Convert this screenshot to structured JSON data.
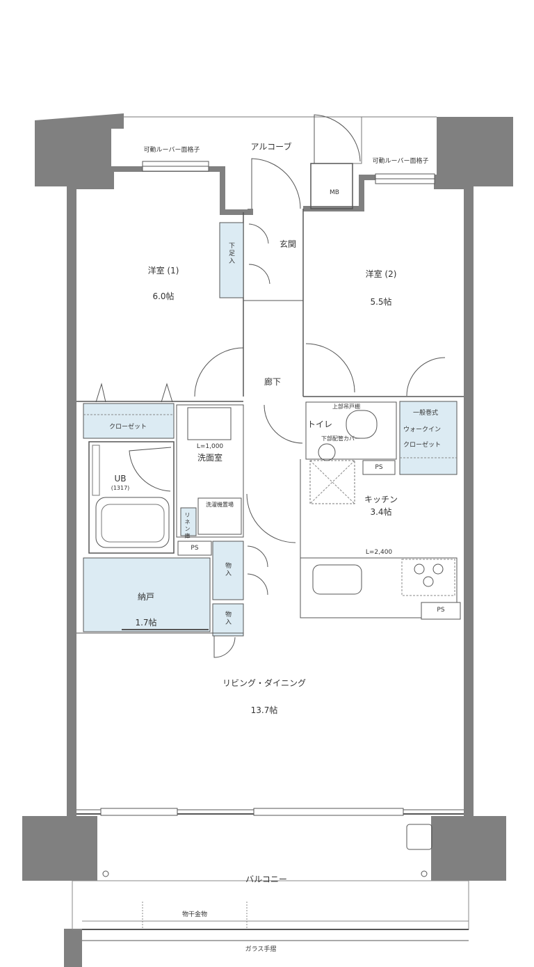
{
  "rooms": {
    "western1": {
      "name": "洋室 (1)",
      "size": "6.0帖"
    },
    "western2": {
      "name": "洋室 (2)",
      "size": "5.5帖"
    },
    "living": {
      "name": "リビング・ダイニング",
      "size": "13.7帖"
    },
    "kitchen": {
      "name": "キッチン",
      "size": "3.4帖"
    },
    "storage": {
      "name": "納戸",
      "size": "1.7帖"
    },
    "entrance": "玄関",
    "hallway": "廊下",
    "toilet": "トイレ",
    "washroom": "洗面室",
    "ub": {
      "name": "UB",
      "code": "(1317)"
    },
    "alcove": "アルコーブ",
    "balcony": "バルコニー"
  },
  "labels": {
    "louver_left": "可動ルーバー面格子",
    "louver_right": "可動ルーバー面格子",
    "mb": "MB",
    "shoe_cabinet": "下足入",
    "closet": "クローゼット",
    "walkin_top": "一般巻式",
    "walkin": "ウォークイン",
    "walkin2": "クローゼット",
    "vanity": "L=1,000",
    "washer": "洗濯機置場",
    "linen": "リネン庫",
    "toilet_top": "上部吊戸棚",
    "toilet_bottom": "下部配管カバー",
    "ps1": "PS",
    "ps2": "PS",
    "ps3": "PS",
    "storage1": "物入",
    "storage2": "物入",
    "counter": "L=2,400",
    "laundry": "物干金物",
    "rail": "ガラス手摺"
  }
}
